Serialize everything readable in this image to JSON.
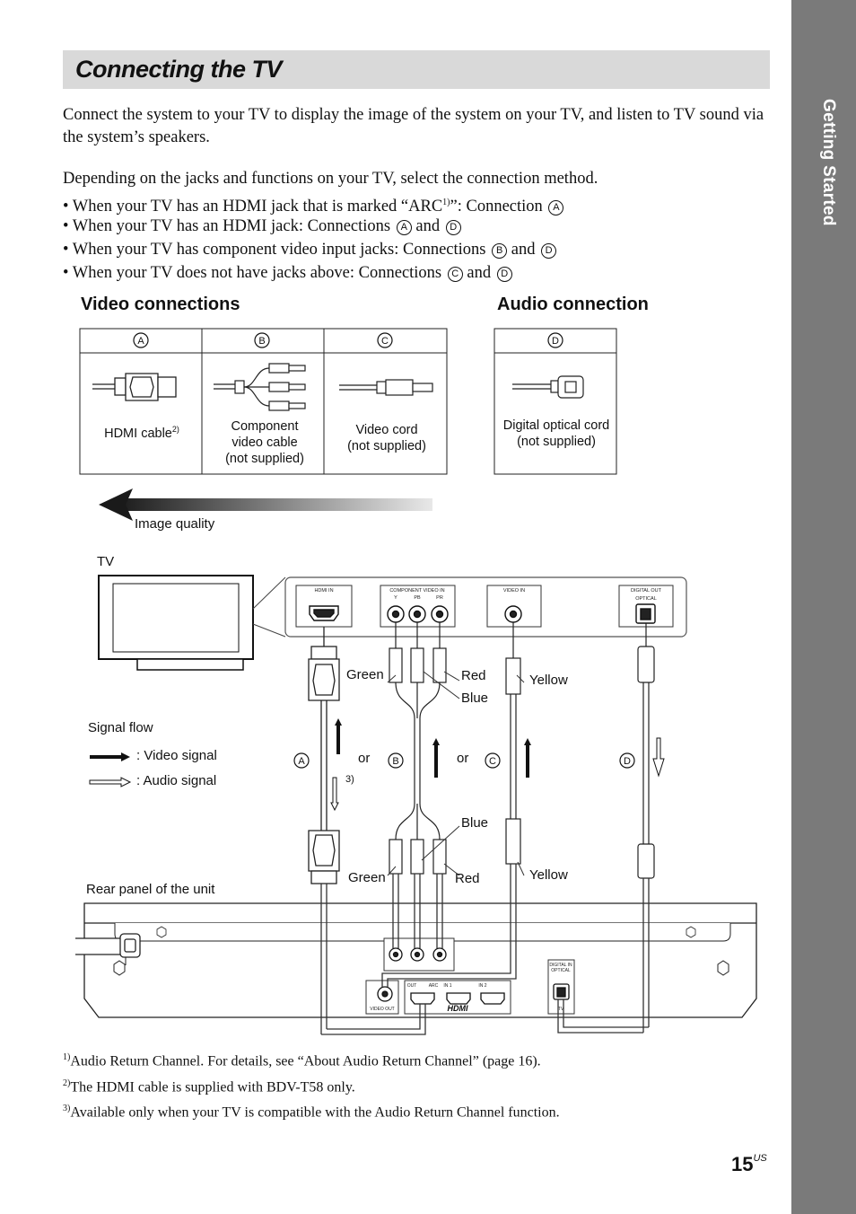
{
  "side_tab": "Getting Started",
  "title": "Connecting the TV",
  "intro": "Connect the system to your TV to display the image of the system on your TV, and listen to TV sound via the system’s speakers.",
  "method_intro": "Depending on the jacks and functions on your TV, select the connection method.",
  "bullets": [
    {
      "text": "• When your TV has an HDMI jack that is marked “ARC",
      "sup": "1)",
      "tail": "”: Connection ",
      "marks": [
        "A"
      ]
    },
    {
      "text": "• When your TV has an HDMI jack: Connections ",
      "marks": [
        "A",
        "D"
      ]
    },
    {
      "text": "• When your TV has component video input jacks: Connections ",
      "marks": [
        "B",
        "D"
      ]
    },
    {
      "text": "• When your TV does not have jacks above: Connections ",
      "marks": [
        "C",
        "D"
      ]
    }
  ],
  "and_word": "and",
  "video_heading": "Video connections",
  "audio_heading": "Audio connection",
  "cables": {
    "a_mark": "A",
    "b_mark": "B",
    "c_mark": "C",
    "d_mark": "D",
    "hdmi": "HDMI cable",
    "hdmi_sup": "2)",
    "component": [
      "Component",
      "video cable",
      "(not supplied)"
    ],
    "video": [
      "Video cord",
      "(not supplied)"
    ],
    "optical": [
      "Digital optical cord",
      "(not supplied)"
    ]
  },
  "image_quality": "Image quality",
  "tv_label": "TV",
  "tv_panel": {
    "hdmi_in": "HDMI IN",
    "component_in": "COMPONENT VIDEO IN",
    "comp_sub": [
      "Y",
      "PB",
      "PR"
    ],
    "video_in": "VIDEO IN",
    "digital_out": "DIGITAL OUT",
    "optical": "OPTICAL"
  },
  "colors": {
    "green": "Green",
    "red": "Red",
    "blue": "Blue",
    "yellow": "Yellow"
  },
  "signal_flow": {
    "title": "Signal flow",
    "video": ": Video signal",
    "audio": ": Audio signal"
  },
  "or_word": "or",
  "note3": "3)",
  "rear_panel": "Rear panel of the unit",
  "unit_panel": {
    "video_out": "VIDEO OUT",
    "out": "OUT",
    "arc": "ARC",
    "in1": "IN 1",
    "in2": "IN 2",
    "hdmi_logo": "HDMI",
    "digital_in": "DIGITAL IN",
    "optical": "OPTICAL",
    "tv": "TV"
  },
  "footnotes": [
    {
      "sup": "1)",
      "text": "Audio Return Channel. For details, see “About Audio Return Channel” (page 16)."
    },
    {
      "sup": "2)",
      "text": "The HDMI cable is supplied with BDV-T58 only."
    },
    {
      "sup": "3)",
      "text": "Available only when your TV is compatible with the Audio Return Channel function."
    }
  ],
  "page_number": "15",
  "page_suffix": "US"
}
